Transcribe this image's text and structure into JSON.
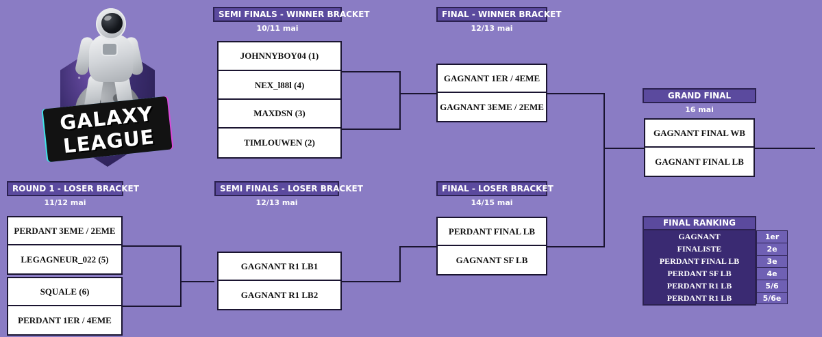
{
  "logo": {
    "word_top": "GALAXY",
    "word_bottom": "LEAGUE"
  },
  "sections": {
    "sf_wb": {
      "title": "SEMI FINALS - WINNER BRACKET",
      "date": "10/11 mai"
    },
    "final_wb": {
      "title": "FINAL - WINNER BRACKET",
      "date": "12/13 mai"
    },
    "grand": {
      "title": "GRAND FINAL",
      "date": "16 mai"
    },
    "r1_lb": {
      "title": "ROUND 1 - LOSER BRACKET",
      "date": "11/12 mai"
    },
    "sf_lb": {
      "title": "SEMI FINALS - LOSER BRACKET",
      "date": "12/13 mai"
    },
    "final_lb": {
      "title": "FINAL - LOSER BRACKET",
      "date": "14/15 mai"
    }
  },
  "matches": {
    "wb_sf1": {
      "top": "JOHNNYBOY04 (1)",
      "bottom": "NEX_l88l (4)"
    },
    "wb_sf2": {
      "top": "MAXDSN (3)",
      "bottom": "TIMLOUWEN (2)"
    },
    "wb_final": {
      "top": "GAGNANT 1ER / 4EME",
      "bottom": "GAGNANT 3EME / 2EME"
    },
    "grand_final": {
      "top": "GAGNANT FINAL WB",
      "bottom": "GAGNANT FINAL LB"
    },
    "lb_r1_1": {
      "top": "PERDANT 3EME / 2EME",
      "bottom": "LEGAGNEUR_022 (5)"
    },
    "lb_r1_2": {
      "top": "SQUALE (6)",
      "bottom": "PERDANT 1ER / 4EME"
    },
    "lb_sf": {
      "top": "GAGNANT R1 LB1",
      "bottom": "GAGNANT R1 LB2"
    },
    "lb_final": {
      "top": "PERDANT FINAL LB",
      "bottom": "GAGNANT SF LB"
    }
  },
  "ranking": {
    "title": "FINAL RANKING",
    "rows": [
      {
        "label": "GAGNANT",
        "place": "1er"
      },
      {
        "label": "FINALISTE",
        "place": "2e"
      },
      {
        "label": "PERDANT FINAL LB",
        "place": "3e"
      },
      {
        "label": "PERDANT SF LB",
        "place": "4e"
      },
      {
        "label": "PERDANT R1 LB",
        "place": "5/6"
      },
      {
        "label": "PERDANT R1 LB",
        "place": "5/6e"
      }
    ]
  },
  "colors": {
    "background": "#8a7cc4",
    "header_bar": "#5b4a9e",
    "ranking_body": "#3a2a72",
    "place_cell": "#6f60b4",
    "border": "#1a1430"
  }
}
